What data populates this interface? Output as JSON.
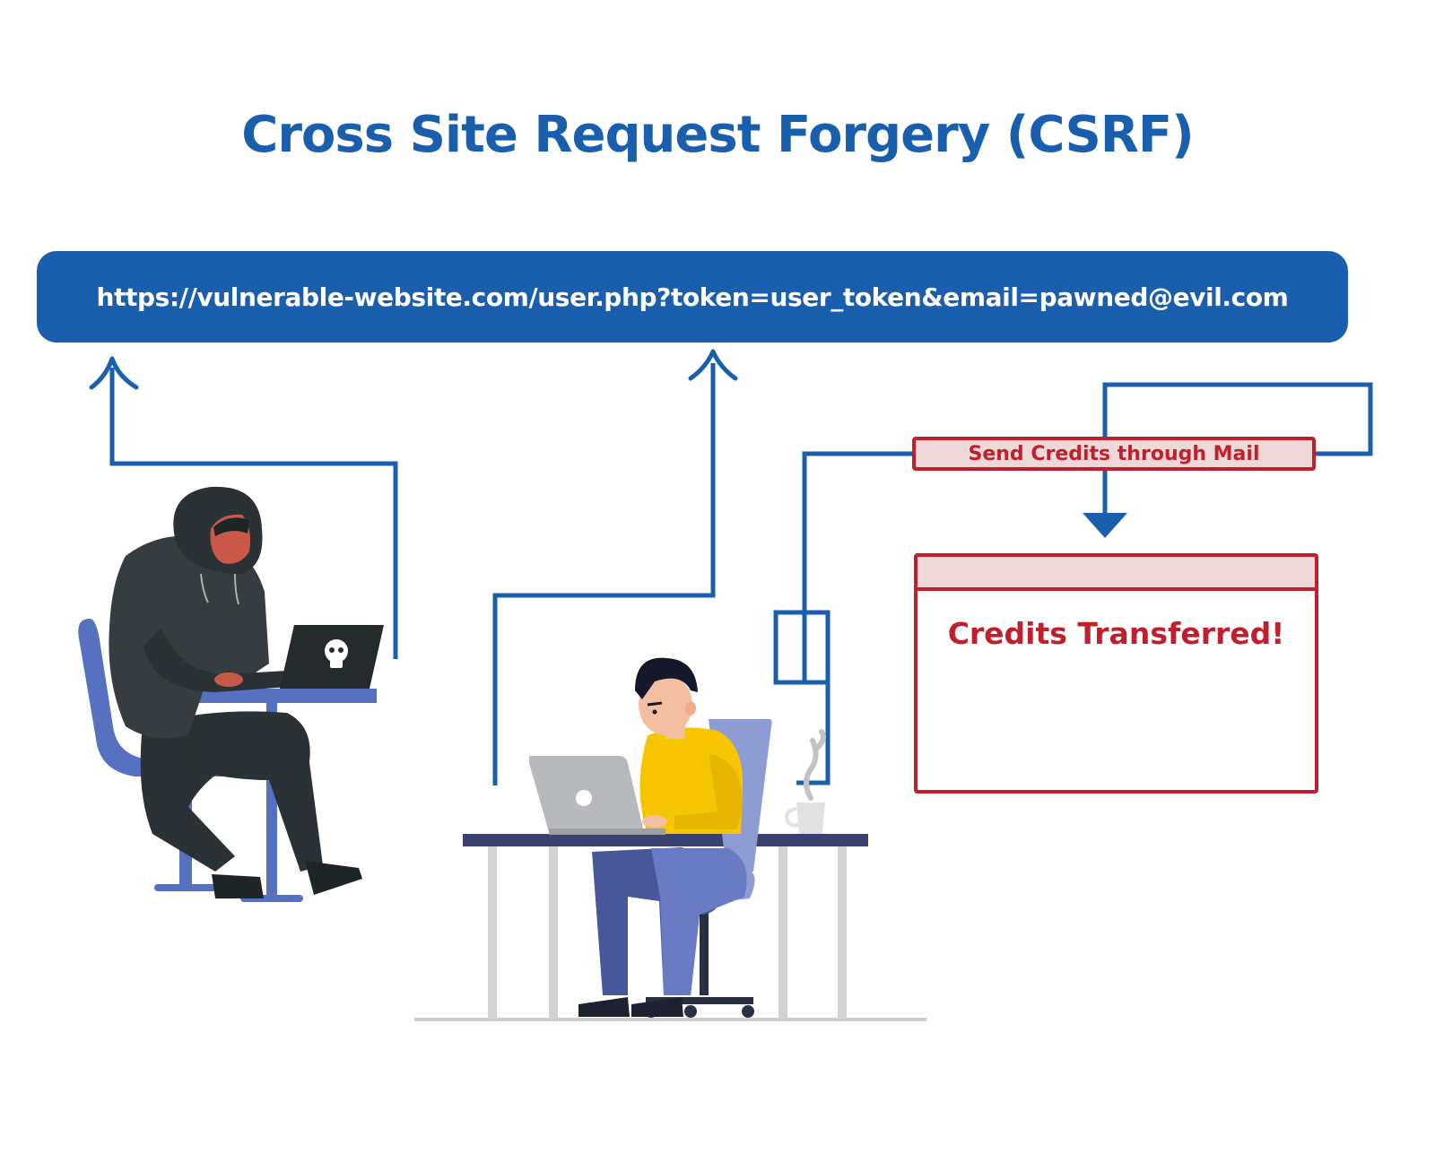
{
  "title": "Cross Site Request Forgery (CSRF)",
  "url_bar": {
    "text": "https://vulnerable-website.com/user.php?token=user_token&email=pawned@evil.com"
  },
  "send_box": {
    "label": "Send Credits through Mail"
  },
  "result_window": {
    "heading": "Credits Transferred!"
  },
  "colors": {
    "brand_blue": "#1a5fad",
    "alert_red": "#c0202e",
    "alert_red_light": "#efd8d8"
  },
  "icons": [
    "skull-icon",
    "coffee-cup-icon",
    "laptop-icon",
    "hacker-figure",
    "user-figure"
  ]
}
